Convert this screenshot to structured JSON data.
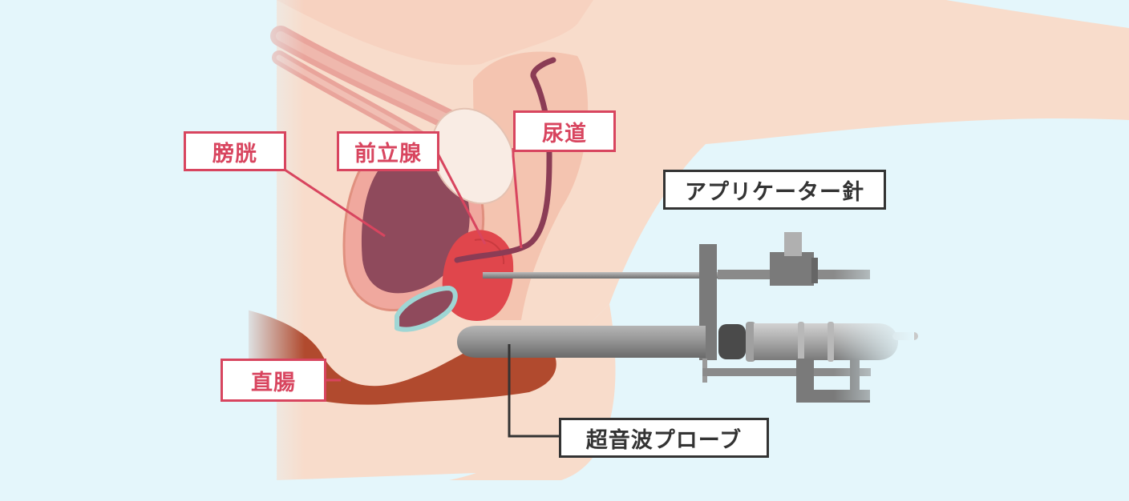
{
  "labels": {
    "bladder": "膀胱",
    "prostate": "前立腺",
    "urethra": "尿道",
    "rectum": "直腸",
    "applicator_needle": "アプリケーター針",
    "ultrasound_probe": "超音波プローブ"
  },
  "colors": {
    "background": "#e4f6fb",
    "skin": "#f8dccb",
    "label_anatomy": "#d8455f",
    "label_device": "#333333",
    "bladder_inner": "#8f4a5c",
    "prostate": "#e0464c",
    "rectum": "#b14a2e",
    "device_gray": "#7d7d7d"
  }
}
